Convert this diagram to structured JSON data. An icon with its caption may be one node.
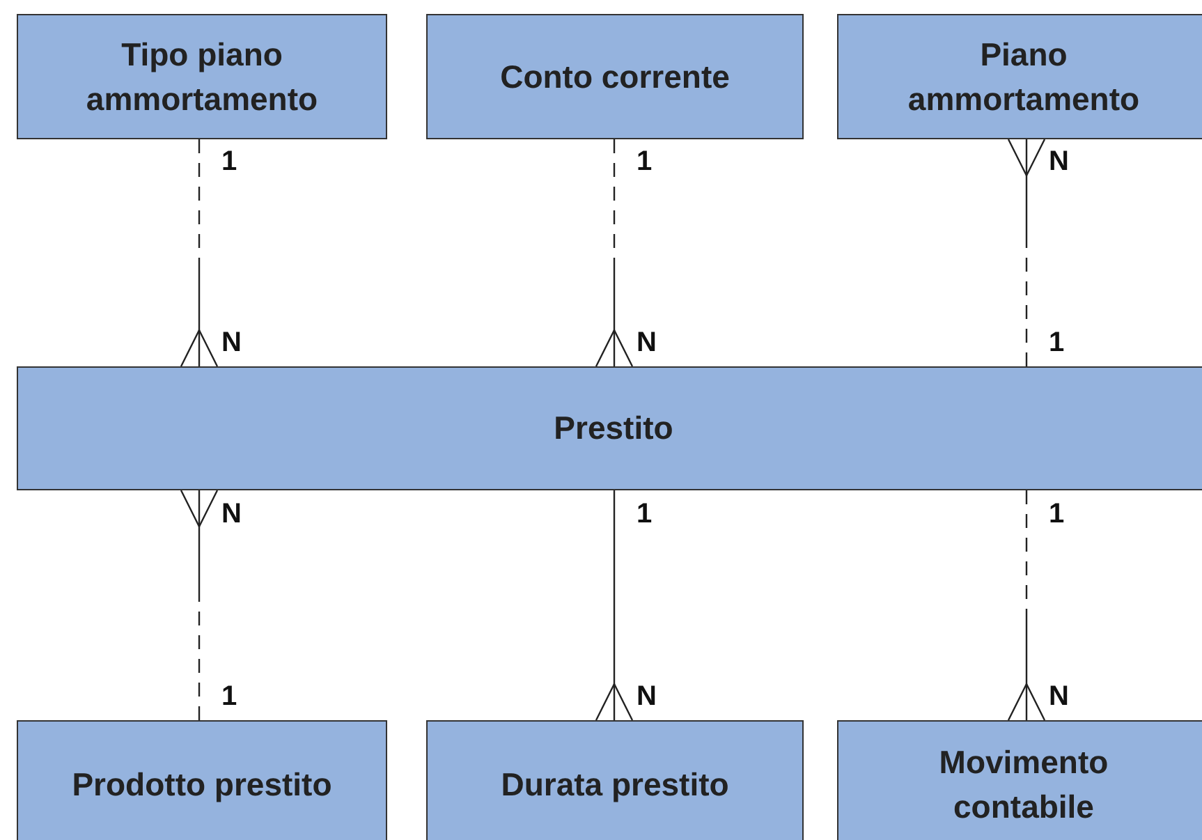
{
  "diagram": {
    "nodes": [
      {
        "text": [
          "Tipo piano ammortamento"
        ]
      },
      {
        "text": [
          "Conto corrente"
        ]
      },
      {
        "text": [
          "Piano ammortamento"
        ]
      },
      {
        "text": [
          "Prestito"
        ]
      },
      {
        "text": [
          "Prodotto prestito"
        ]
      },
      {
        "text": [
          "Durata prestito"
        ]
      },
      {
        "text": [
          "Movimento contabile"
        ]
      }
    ],
    "edges": [
      {
        "from": 0,
        "to": 3,
        "arrow": "other",
        "style": "dashed"
      },
      {
        "from": 1,
        "to": 3,
        "arrow": "other",
        "style": "dashed"
      },
      {
        "from": 3,
        "to": 2,
        "arrow": "other",
        "style": "dashed"
      },
      {
        "from": 4,
        "to": 3,
        "arrow": "other",
        "style": "dashed"
      },
      {
        "from": 3,
        "to": 5,
        "arrow": "other"
      },
      {
        "from": 3,
        "to": 6,
        "arrow": "other",
        "style": "dashed"
      }
    ],
    "labels": [
      "1",
      "1",
      "N",
      "N",
      "N",
      "1",
      "N",
      "1",
      "1",
      "1",
      "N",
      "N"
    ]
  }
}
